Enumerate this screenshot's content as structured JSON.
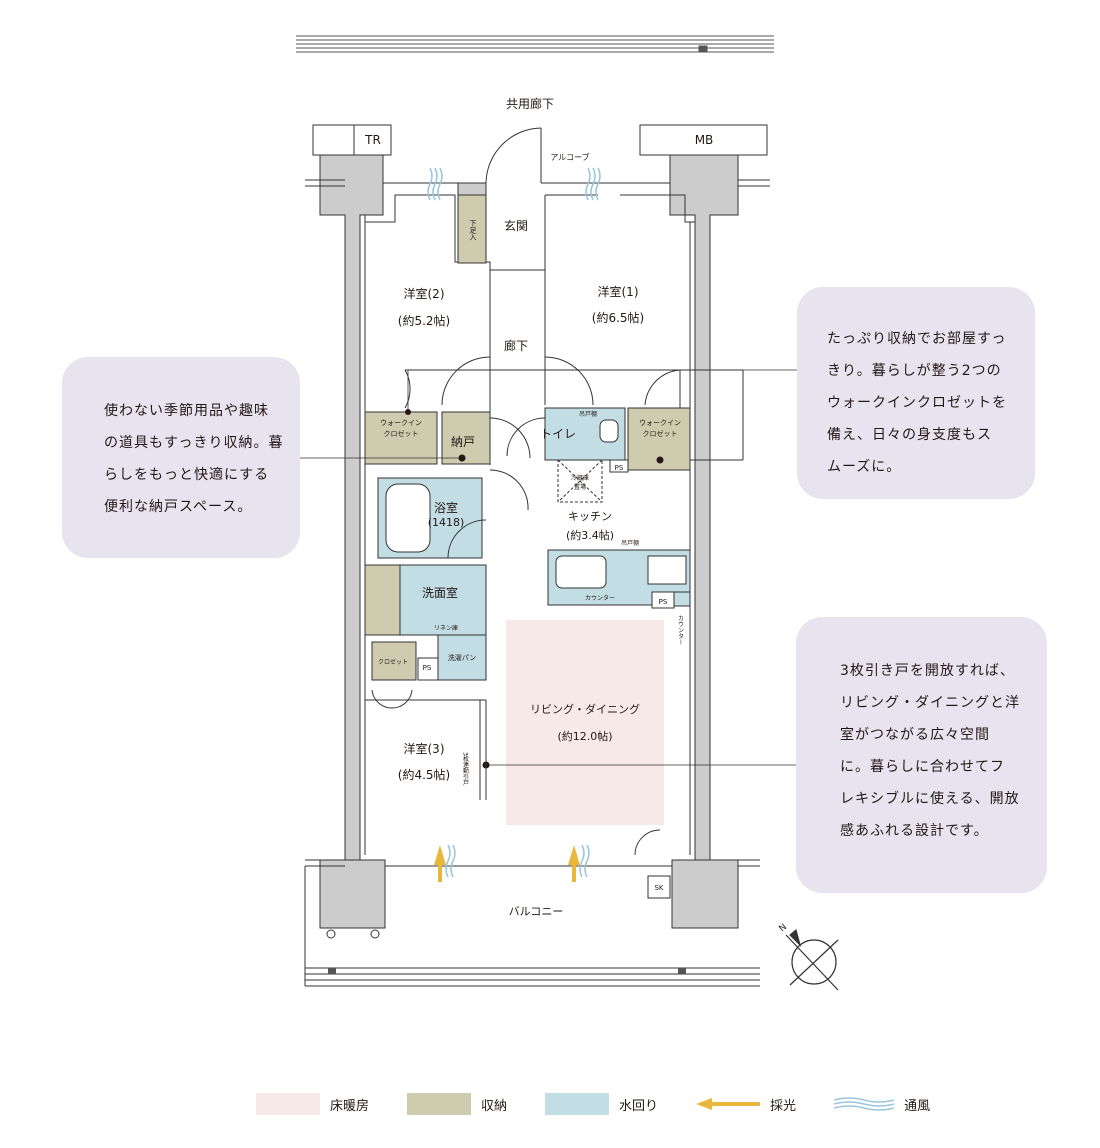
{
  "colors": {
    "floor_heating": "#f6e9e7",
    "storage": "#cfcbaf",
    "water": "#c2dde4",
    "light_arrow": "#e9b73b",
    "wind": "#9ac6dd",
    "callout_bg": "#e7e3ef",
    "wall": "#cccccc"
  },
  "plan": {
    "corridor": "共用廊下",
    "tr": "TR",
    "mb": "MB",
    "alcove": "アルコーブ",
    "entrance": "玄関",
    "shoe_box": "下足入",
    "hallway": "廊下",
    "room2_name": "洋室(2)",
    "room2_size": "(約5.2帖)",
    "room1_name": "洋室(1)",
    "room1_size": "(約6.5帖)",
    "walkin_left_1": "ウォークイン",
    "walkin_left_2": "クロゼット",
    "nando": "納戸",
    "toilet": "トイレ",
    "toilet_shelf": "吊戸棚",
    "walkin_right_1": "ウォークイン",
    "walkin_right_2": "クロゼット",
    "ps1": "PS",
    "fridge_1": "冷蔵庫",
    "fridge_2": "置場",
    "bath_name": "浴室",
    "bath_size": "(1418)",
    "kitchen_name": "キッチン",
    "kitchen_size": "(約3.4帖)",
    "kitchen_shelf": "吊戸棚",
    "counter1": "カウンター",
    "ps2": "PS",
    "counter2": "カウンター",
    "washroom": "洗面室",
    "linen": "リネン庫",
    "closet": "クロゼット",
    "ps3": "PS",
    "laundry_pan": "洗濯パン",
    "living_name": "リビング・ダイニング",
    "living_size": "(約12.0帖)",
    "room3_name": "洋室(3)",
    "room3_size": "(約4.5帖)",
    "sliding_door": "3枚連動引戸",
    "sk": "SK",
    "balcony": "バルコニー"
  },
  "callouts": {
    "left": "使わない季節用品や趣味\nの道具もすっきり収納。暮\nらしをもっと快適にする\n便利な納戸スペース。",
    "right_top": "たっぷり収納でお部屋すっ\nきり。暮らしが整う2つの\nウォークインクロゼットを\n備え、日々の身支度もス\nムーズに。",
    "right_bottom": "3枚引き戸を開放すれば、\nリビング・ダイニングと洋\n室がつながる広々空間\nに。暮らしに合わせてフ\nレキシブルに使える、開放\n感あふれる設計です。"
  },
  "legend": {
    "floor_heating": "床暖房",
    "storage": "収納",
    "water": "水回り",
    "light": "採光",
    "wind": "通風"
  }
}
